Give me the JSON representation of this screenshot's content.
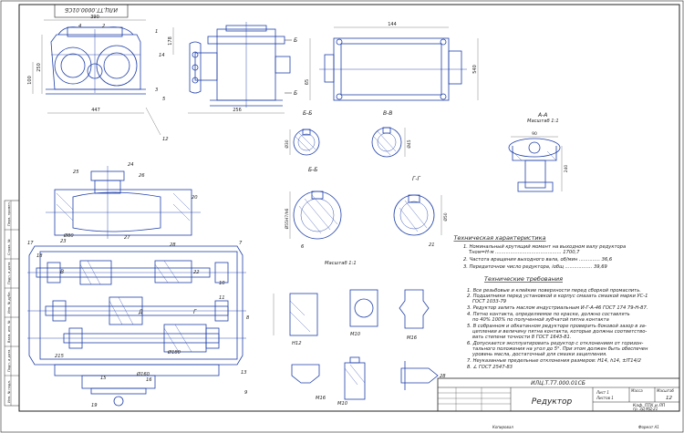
{
  "drawing_code_rotated": "ИЛЦ.ТТ.0000.01СБ",
  "title_block": {
    "drawing_code": "ИЛЦ.Т.Т7.000.01СБ",
    "name": "Редуктор",
    "mass": "12",
    "department": "Каф. ПТК и ЛП",
    "group": "гр. ЗД МД-21",
    "sheet": "Лист 1",
    "sheets_label": "Листов 1",
    "scale_label": "Масштаб",
    "mass_label": "Масса",
    "bottom_note": "Копировал",
    "format_note": "Формат А1"
  },
  "tech_characteristics": {
    "heading": "Техническая характеристика",
    "lines": [
      "1. Номинальный крутящий момент на выходном валу редуктора",
      "Тном=Н⋅м  ............................................ 1700,7",
      "2. Частота вращения выходного вала, об/мин .............. 36,6",
      "3. Передаточное число редуктора, iобщ .................. 39,69"
    ]
  },
  "tech_requirements": {
    "heading": "Технические требования",
    "lines": [
      "1. Все резьбовые и клейкие поверхности перед сборкой промаслить.",
      "2. Подшипники перед установкой в корпус смазать смазкой марки УС-1",
      "ГОСТ 1033-79",
      "3. Редуктор залить маслом индустриальным И-Г-А-46 ГОСТ 174 79-Н-87.",
      "4. Пятно контакта, определяемое по краске, должно составлять",
      "по 40% 100% по полученной зубчатой пятна контакта",
      "5. В собранном и обкатанном редукторе проверить боковой зазор в за-",
      "цеплении и величину пятна контакта, которые должны соответство-",
      "вать степени точности 8 ГОСТ 1643-81.",
      "6. Допускается эксплуатировать редуктор с отклонением от горизон-",
      "тального положения на угол до 5°. При этом должен быть обеспечен",
      "уровень масла, достаточный для смазки зацепления.",
      "7. Неуказанные предельные отклонения размеров: Н14, h14, ±IT14/2",
      "8. ∠ ГОСТ 2547-83"
    ]
  },
  "views": {
    "scale_note_1": "Масштаб 1:1",
    "view_a": "А-А",
    "view_a_scale": "Масштаб 1:1",
    "view_b": "Б",
    "view_v": "В",
    "view_g": "Г",
    "view_d": "Д",
    "section_bb": "Б-Б",
    "section_vv": "В-В",
    "section_gg": "Г-Г"
  },
  "dimensions": {
    "d390": "390",
    "d447": "447",
    "d250": "250",
    "d256": "256",
    "d540": "540",
    "d178": "178",
    "d144": "144",
    "d100": "100",
    "d65": "65",
    "d90": "90",
    "d240": "240",
    "d215": "215",
    "d55h7": "Ø55H7/h6",
    "d50": "Ø50",
    "d45": "Ø45",
    "d30": "Ø30",
    "d80": "Ø80",
    "d180": "Ø180",
    "d160": "Ø160",
    "m16": "M16",
    "m10": "M10",
    "h12": "H12"
  },
  "positions": [
    "1",
    "2",
    "3",
    "4",
    "5",
    "6",
    "7",
    "8",
    "9",
    "10",
    "11",
    "12",
    "13",
    "14",
    "15",
    "16",
    "17",
    "18",
    "19",
    "20",
    "21",
    "22",
    "23",
    "24",
    "25",
    "26",
    "27",
    "28"
  ],
  "side_stamp": {
    "labels": [
      "Перв. примен.",
      "Справ. №",
      "Подп. и дата",
      "Инв. № дубл.",
      "Взам. инв. №",
      "Подп. и дата",
      "Инв. № подл."
    ]
  }
}
